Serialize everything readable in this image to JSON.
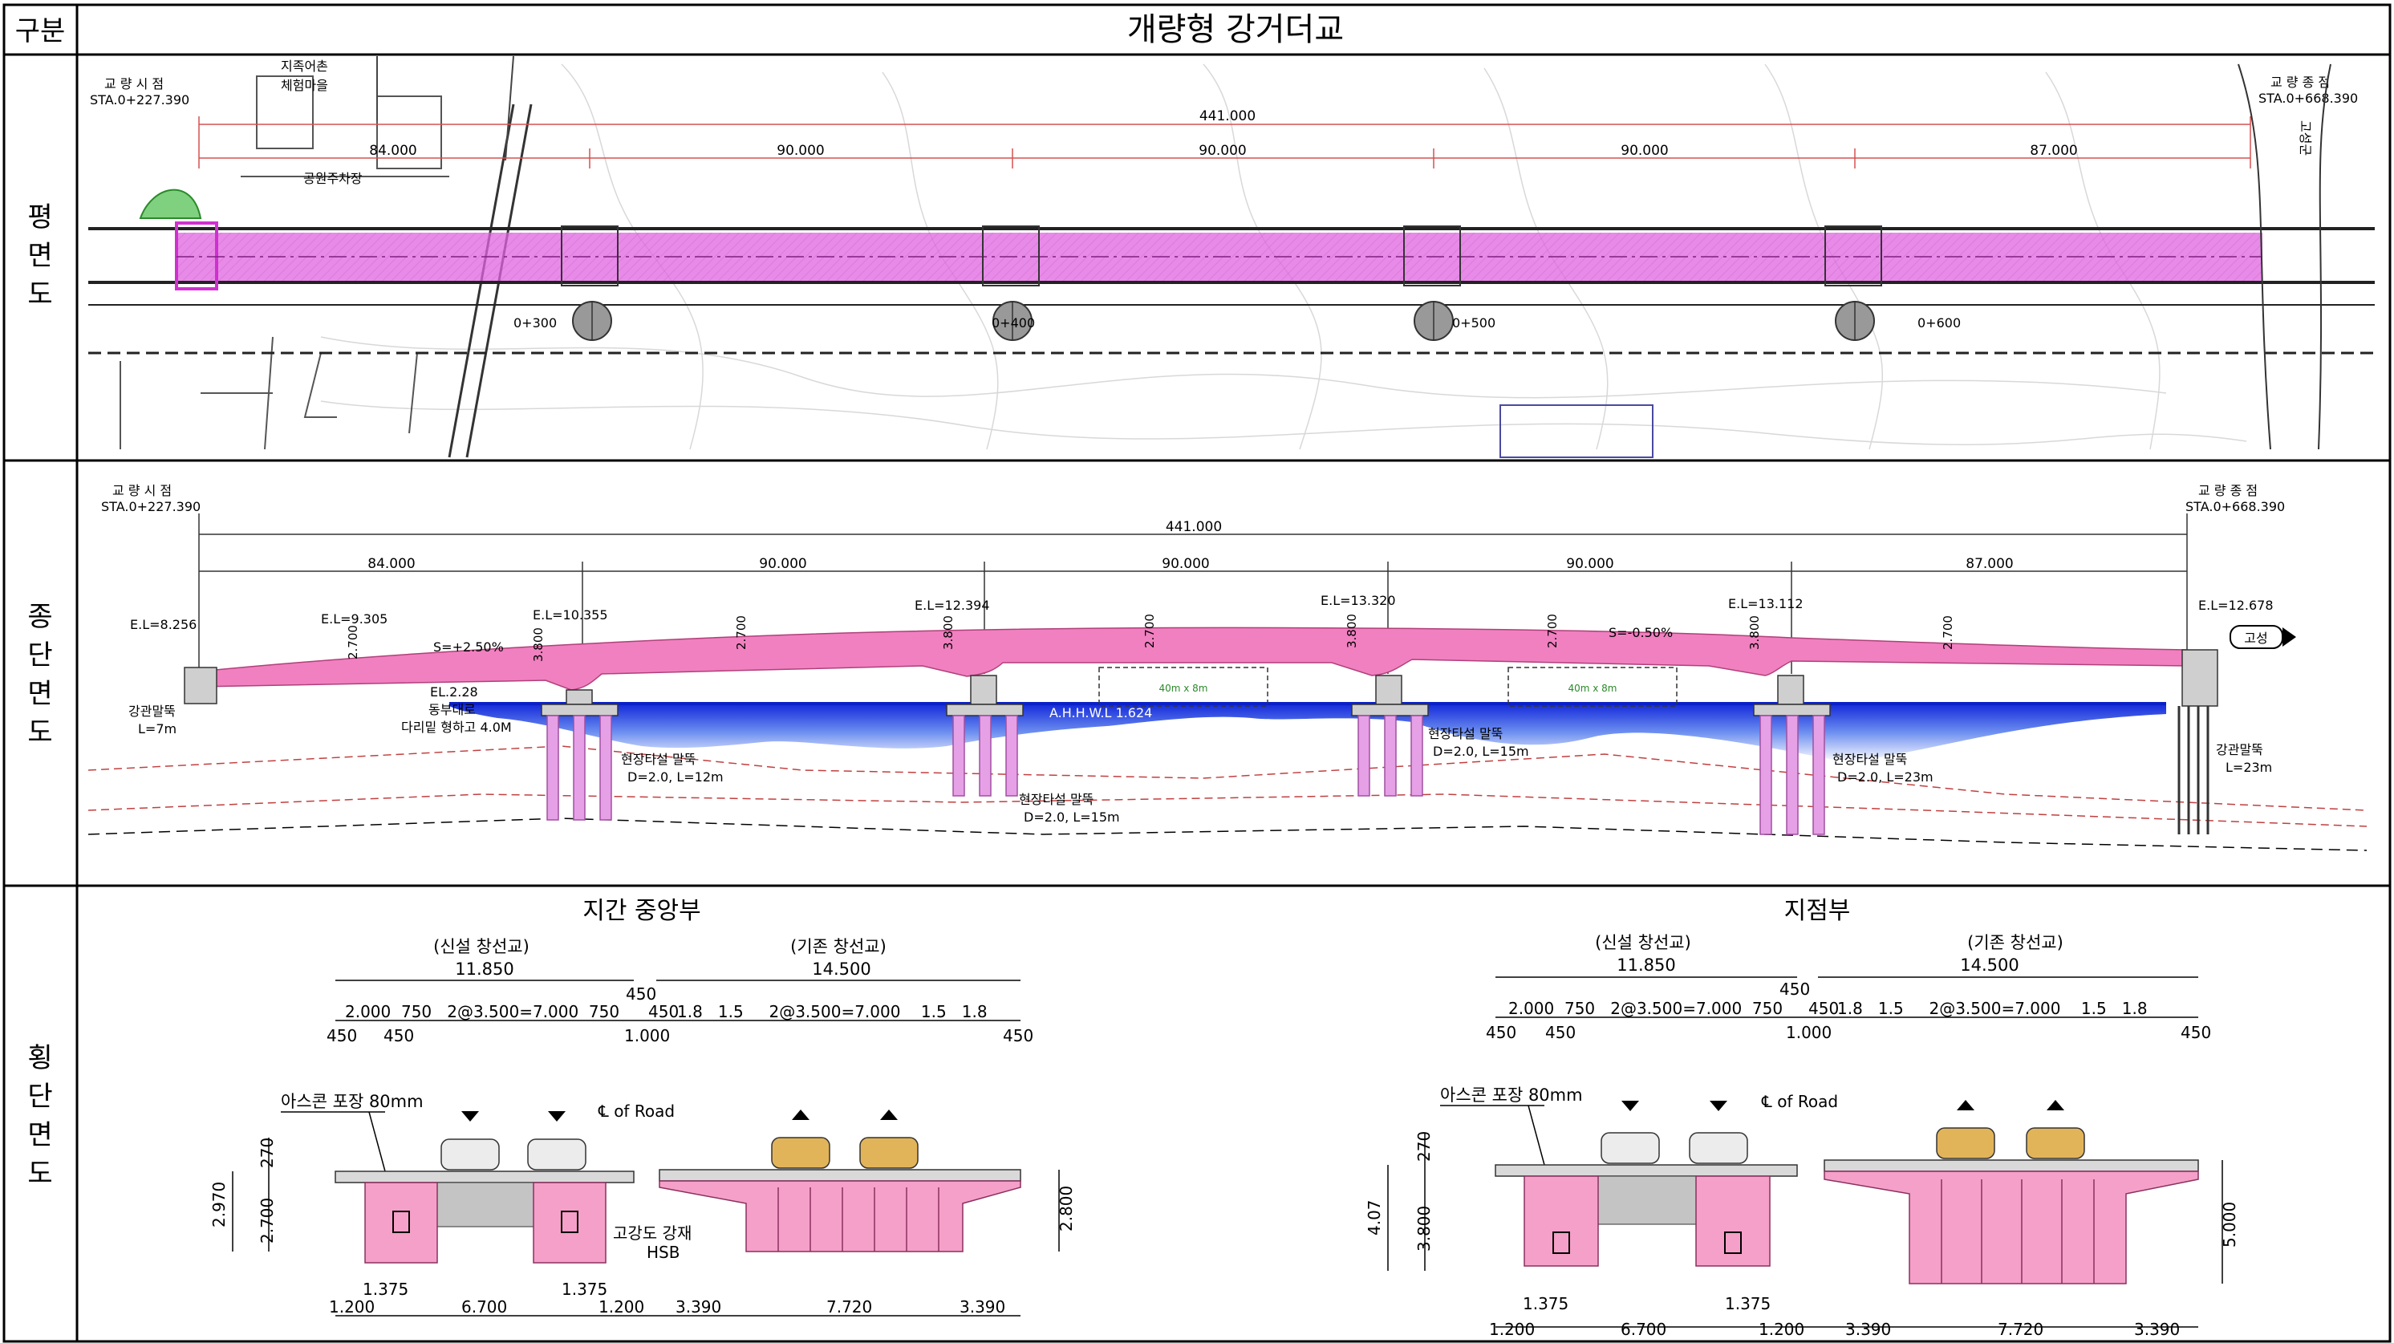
{
  "header": {
    "col_label": "구분",
    "title": "개량형 강거더교"
  },
  "rows": {
    "plan": {
      "label": [
        "평",
        "면",
        "도"
      ]
    },
    "profile": {
      "label": [
        "종",
        "단",
        "면",
        "도"
      ]
    },
    "section": {
      "label": [
        "횡",
        "단",
        "면",
        "도"
      ]
    }
  },
  "plan": {
    "start_label": "교 량 시 점",
    "start_sta": "STA.0+227.390",
    "end_label": "교 량 종 점",
    "end_sta": "STA.0+668.390",
    "total_span": "441.000",
    "spans": [
      "84.000",
      "90.000",
      "90.000",
      "90.000",
      "87.000"
    ],
    "place_village": "지족어촌\n체험마을",
    "place_parking": "공원주차장",
    "place_right": "고성군",
    "stations": [
      "0+300",
      "0+400",
      "0+500",
      "0+600"
    ]
  },
  "profile": {
    "start_label": "교 량 시 점",
    "start_sta": "STA.0+227.390",
    "end_label": "교 량 종 점",
    "end_sta": "STA.0+668.390",
    "total_span": "441.000",
    "spans": [
      "84.000",
      "90.000",
      "90.000",
      "90.000",
      "87.000"
    ],
    "elevations": [
      "E.L=8.256",
      "E.L=9.305",
      "E.L=10.355",
      "E.L=12.394",
      "E.L=13.320",
      "E.L=13.112",
      "E.L=12.678"
    ],
    "depths": [
      "2.700",
      "3.800",
      "2.700",
      "3.800",
      "2.700",
      "3.800",
      "2.700",
      "3.800",
      "2.700"
    ],
    "slope_up": "S=+2.50%",
    "slope_down": "S=-0.50%",
    "el_river": "EL.2.28",
    "road_note_1": "동부대로",
    "road_note_2": "다리밑 형하고 4.0M",
    "ahhwl": "A.H.H.W.L 1.624",
    "pile_left": "강관말뚝",
    "pile_left_len": "L=7m",
    "pile_right": "강관말뚝",
    "pile_right_len": "L=23m",
    "bored_piles": [
      {
        "name": "현장타설 말뚝",
        "spec": "D=2.0, L=12m"
      },
      {
        "name": "현장타설 말뚝",
        "spec": "D=2.0, L=15m"
      },
      {
        "name": "현장타설 말뚝",
        "spec": "D=2.0, L=15m"
      },
      {
        "name": "현장타설 말뚝",
        "spec": "D=2.0, L=23m"
      }
    ],
    "nav_box": "40m x 8m",
    "goseong": "고성"
  },
  "cross_sections": [
    {
      "title": "지간 중앙부",
      "new_label": "(신설 창선교)",
      "old_label": "(기존 창선교)",
      "new_width": "11.850",
      "old_width": "14.500",
      "dims_new": "2.000  750   2@3.500=7.000  750",
      "dims_old": "1.8   1.5     2@3.500=7.000    1.5   1.8",
      "d450": "450",
      "d1000": "1.000",
      "pave": "아스콘 포장 80mm",
      "cl": "℄ of Road",
      "h_top": "270",
      "h_girder": "2.700",
      "h_total": "2.970",
      "h_old": "2.800",
      "steel_1": "고강도 강재",
      "steel_2": "HSB",
      "bot_1375": "1.375",
      "bot_1200": "1.200",
      "bot_6700": "6.700",
      "bot_3390": "3.390",
      "bot_7720": "7.720"
    },
    {
      "title": "지점부",
      "new_label": "(신설 창선교)",
      "old_label": "(기존 창선교)",
      "new_width": "11.850",
      "old_width": "14.500",
      "dims_new": "2.000  750   2@3.500=7.000  750",
      "dims_old": "1.8   1.5     2@3.500=7.000    1.5   1.8",
      "d450": "450",
      "d1000": "1.000",
      "pave": "아스콘 포장 80mm",
      "cl": "℄ of Road",
      "h_top": "270",
      "h_girder": "3.800",
      "h_total": "4.07",
      "h_old": "5.000",
      "bot_1375": "1.375",
      "bot_1200": "1.200",
      "bot_6700": "6.700",
      "bot_3390": "3.390",
      "bot_7720": "7.720"
    }
  ],
  "colors": {
    "deck": "#f080c0",
    "girder": "#f5a0c8",
    "plan_fill": "#e64fe6",
    "water": "#1a2fd6",
    "line": "#000000"
  }
}
